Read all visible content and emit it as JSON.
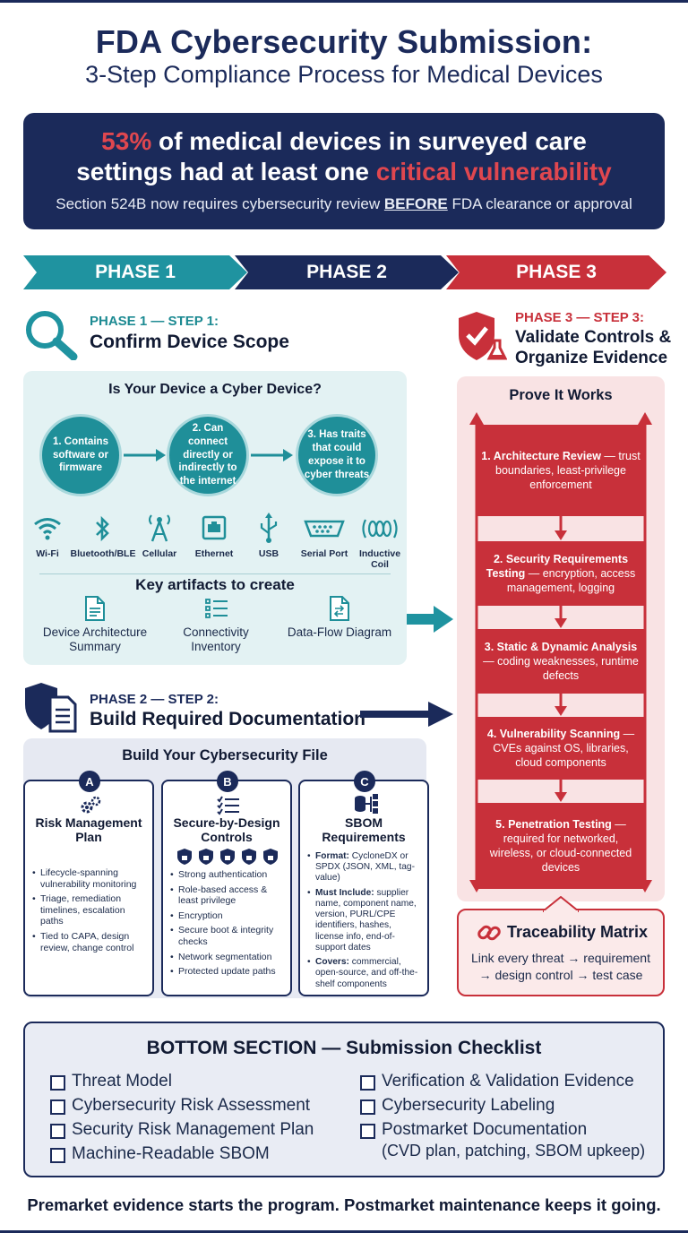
{
  "header": {
    "title_line1": "FDA Cybersecurity Submission:",
    "title_line2": "3-Step Compliance Process for Medical Devices"
  },
  "banner": {
    "stat": "53%",
    "line1_rest": " of medical devices in surveyed care",
    "line2_start": "settings had at least one ",
    "line2_highlight": "critical vulnerability",
    "sub_before": "Section 524B now requires cybersecurity review ",
    "sub_emph": "BEFORE",
    "sub_after": " FDA clearance or approval"
  },
  "phases": [
    "PHASE 1",
    "PHASE 2",
    "PHASE 3"
  ],
  "phase1": {
    "kicker": "PHASE 1 — STEP 1:",
    "heading": "Confirm Device Scope",
    "card_title": "Is Your Device a Cyber Device?",
    "criteria": [
      "1. Contains software or firmware",
      "2. Can connect directly or indirectly to the internet",
      "3. Has traits that could expose it to cyber threats"
    ],
    "interfaces": [
      "Wi-Fi",
      "Bluetooth/BLE",
      "Cellular",
      "Ethernet",
      "USB",
      "Serial Port",
      "Inductive Coil"
    ],
    "artifacts_title": "Key artifacts to create",
    "artifacts": [
      "Device Architecture Summary",
      "Connectivity Inventory",
      "Data-Flow Diagram"
    ]
  },
  "phase2": {
    "kicker": "PHASE 2 — STEP 2:",
    "heading": "Build Required Documentation",
    "card_title": "Build Your Cybersecurity File",
    "columns": [
      {
        "badge": "A",
        "title": "Risk Management Plan",
        "bullets": [
          "Lifecycle-spanning vulnerability monitoring",
          "Triage, remediation timelines, escalation paths",
          "Tied to CAPA, design review, change control"
        ]
      },
      {
        "badge": "B",
        "title": "Secure-by-Design Controls",
        "bullets": [
          "Strong authentication",
          "Role-based access & least privilege",
          "Encryption",
          "Secure boot & integrity checks",
          "Network segmentation",
          "Protected update paths"
        ]
      },
      {
        "badge": "C",
        "title": "SBOM Requirements",
        "items": [
          {
            "label": "Format:",
            "text": " CycloneDX or SPDX (JSON, XML, tag-value)"
          },
          {
            "label": "Must Include:",
            "text": " supplier name, component name, version, PURL/CPE identifiers, hashes, license info, end-of-support dates"
          },
          {
            "label": "Covers:",
            "text": " commercial, open-source, and off-the-shelf components"
          }
        ]
      }
    ]
  },
  "phase3": {
    "kicker": "PHASE 3 — STEP 3:",
    "heading_line1": "Validate Controls &",
    "heading_line2": "Organize Evidence",
    "card_title": "Prove It Works",
    "steps": [
      {
        "title": "1. Architecture Review",
        "desc": " — trust boundaries, least-privilege enforcement"
      },
      {
        "title": "2. Security Requirements Testing",
        "desc": " — encryption, access management, logging"
      },
      {
        "title": "3. Static & Dynamic Analysis",
        "desc": " — coding weaknesses, runtime defects"
      },
      {
        "title": "4. Vulnerability Scanning",
        "desc": " — CVEs against OS, libraries, cloud components"
      },
      {
        "title": "5. Penetration Testing",
        "desc": " — required for networked, wireless, or cloud-connected devices"
      }
    ],
    "trace_title": "Traceability Matrix",
    "trace_line1": "Link every threat → requirement",
    "trace_line2": "→ design control → test case"
  },
  "checklist": {
    "title": "BOTTOM SECTION — Submission Checklist",
    "left": [
      "Threat Model",
      "Cybersecurity Risk Assessment",
      "Security Risk Management Plan",
      "Machine-Readable SBOM"
    ],
    "right": [
      "Verification & Validation Evidence",
      "Cybersecurity Labeling",
      "Postmarket Documentation"
    ],
    "right_note": "(CVD plan, patching, SBOM upkeep)"
  },
  "footer": "Premarket evidence starts the program. Postmarket maintenance keeps it going.",
  "colors": {
    "navy": "#1b2a5a",
    "teal": "#1f93a0",
    "red": "#c8303a"
  }
}
